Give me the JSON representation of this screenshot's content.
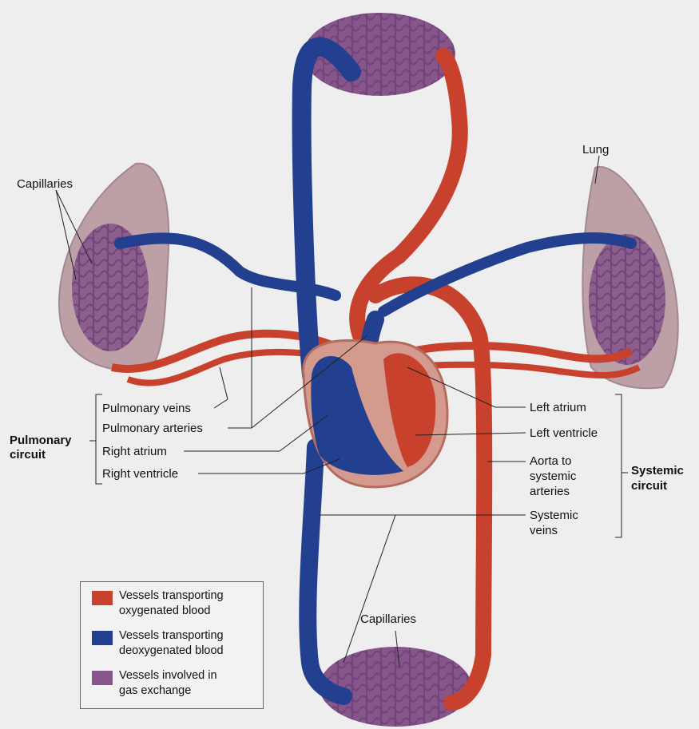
{
  "colors": {
    "oxygenated": "#c8412c",
    "deoxygenated": "#233f8f",
    "exchange": "#86568a",
    "lung": "#b99ca4"
  },
  "labels": {
    "lung": "Lung",
    "capillaries_top": "Capillaries",
    "capillaries_bottom": "Capillaries",
    "pulmonary_veins": "Pulmonary veins",
    "pulmonary_arteries": "Pulmonary arteries",
    "right_atrium": "Right atrium",
    "right_ventricle": "Right ventricle",
    "pulmonary_circuit_1": "Pulmonary",
    "pulmonary_circuit_2": "circuit",
    "left_atrium": "Left atrium",
    "left_ventricle": "Left ventricle",
    "aorta_1": "Aorta to",
    "aorta_2": "systemic",
    "aorta_3": "arteries",
    "systemic_veins_1": "Systemic",
    "systemic_veins_2": "veins",
    "systemic_circuit_1": "Systemic",
    "systemic_circuit_2": "circuit"
  },
  "legend": [
    {
      "line1": "Vessels transporting",
      "line2": "oxygenated blood",
      "color": "#c8412c"
    },
    {
      "line1": "Vessels transporting",
      "line2": "deoxygenated blood",
      "color": "#233f8f"
    },
    {
      "line1": "Vessels involved in",
      "line2": "gas exchange",
      "color": "#86568a"
    }
  ]
}
